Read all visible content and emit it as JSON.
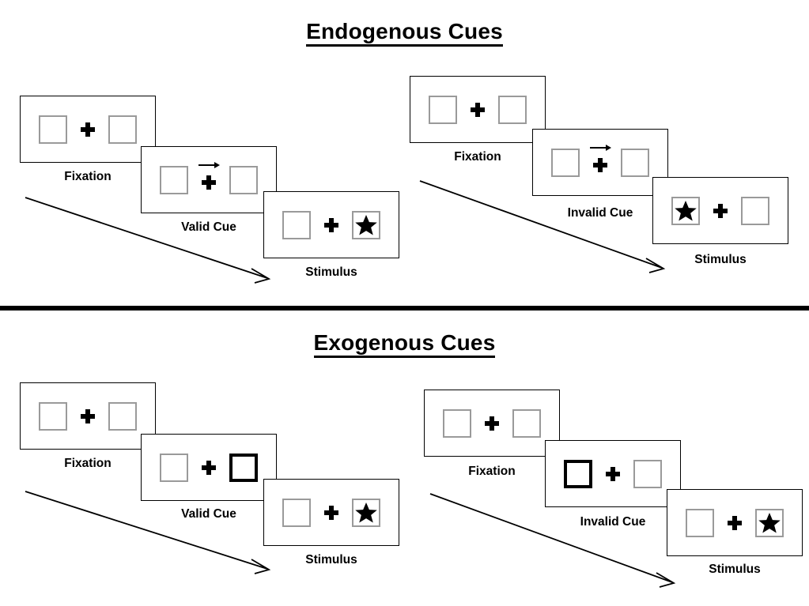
{
  "figure": {
    "divider": {
      "color": "#000000"
    },
    "box_border_color": "#9a9a9a",
    "cued_box_border_color": "#000000",
    "stimulus_symbol": "star",
    "fixation_symbol": "plus"
  },
  "sections": [
    {
      "title": "Endogenous Cues",
      "cue_type": "arrow",
      "conditions": [
        {
          "name": "valid",
          "panels": [
            {
              "caption": "Fixation",
              "left_box": "empty",
              "right_box": "empty",
              "cue": "none"
            },
            {
              "caption": "Valid Cue",
              "left_box": "empty",
              "right_box": "empty",
              "cue": "arrow-right"
            },
            {
              "caption": "Stimulus",
              "left_box": "empty",
              "right_box": "star",
              "cue": "none"
            }
          ]
        },
        {
          "name": "invalid",
          "panels": [
            {
              "caption": "Fixation",
              "left_box": "empty",
              "right_box": "empty",
              "cue": "none"
            },
            {
              "caption": "Invalid Cue",
              "left_box": "empty",
              "right_box": "empty",
              "cue": "arrow-right"
            },
            {
              "caption": "Stimulus",
              "left_box": "star",
              "right_box": "empty",
              "cue": "none"
            }
          ]
        }
      ]
    },
    {
      "title": "Exogenous Cues",
      "cue_type": "box-highlight",
      "conditions": [
        {
          "name": "valid",
          "panels": [
            {
              "caption": "Fixation",
              "left_box": "empty",
              "right_box": "empty",
              "cue": "none"
            },
            {
              "caption": "Valid Cue",
              "left_box": "empty",
              "right_box": "cued",
              "cue": "none"
            },
            {
              "caption": "Stimulus",
              "left_box": "empty",
              "right_box": "star",
              "cue": "none"
            }
          ]
        },
        {
          "name": "invalid",
          "panels": [
            {
              "caption": "Fixation",
              "left_box": "empty",
              "right_box": "empty",
              "cue": "none"
            },
            {
              "caption": "Invalid Cue",
              "left_box": "cued",
              "right_box": "empty",
              "cue": "none"
            },
            {
              "caption": "Stimulus",
              "left_box": "empty",
              "right_box": "star",
              "cue": "none"
            }
          ]
        }
      ]
    }
  ]
}
